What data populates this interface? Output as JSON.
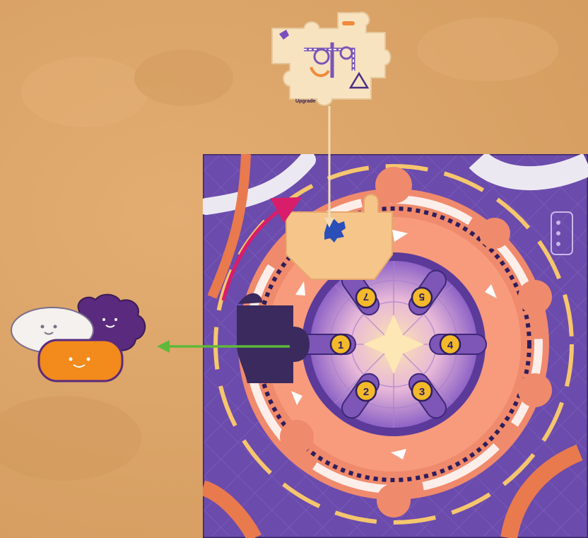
{
  "board": {
    "slots": [
      {
        "number": "1"
      },
      {
        "number": "2"
      },
      {
        "number": "3"
      },
      {
        "number": "4"
      },
      {
        "number": "5"
      },
      {
        "number": "7"
      }
    ]
  },
  "tile": {
    "caption": "Upgrade"
  },
  "colors": {
    "table": "#dba468",
    "board": "#6a4aa8",
    "board_dark": "#3e2a72",
    "ring_salmon": "#f0896b",
    "ring_light": "#fbb08e",
    "center_glow": "#fbd49a",
    "slot_purple": "#7d56b8",
    "token_gold": "#f3b92a",
    "arrow_pink": "#d81d6a",
    "arrow_green": "#5fb83a",
    "meeple_white": "#f4f1ee",
    "meeple_purple": "#5a2a7e",
    "meeple_orange": "#f28a1c"
  },
  "icons": [
    "recycle-icon",
    "blue-puzzle-piece-icon",
    "meeple-icon"
  ]
}
